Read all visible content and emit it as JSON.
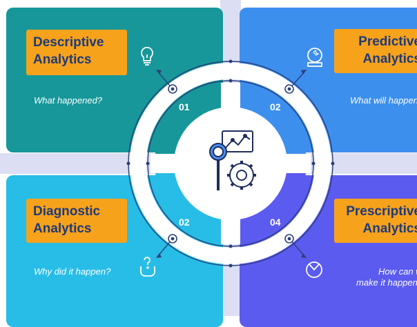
{
  "cards": [
    {
      "num": "01",
      "title_line1": "Descriptive",
      "title_line2": "Analytics",
      "question": "What happened?"
    },
    {
      "num": "02",
      "title_line1": "Predictive",
      "title_line2": "Analytics",
      "question": "What will happen?"
    },
    {
      "num": "02",
      "title_line1": "Diagnostic",
      "title_line2": "Analytics",
      "question": "Why did it happen?"
    },
    {
      "num": "04",
      "title_line1": "Prescriptive",
      "title_line2": "Analytics",
      "question_line1": "How can we",
      "question_line2": "make it happen?"
    }
  ],
  "colors": {
    "descriptive": "#17979a",
    "predictive": "#3d8fee",
    "diagnostic": "#27bde6",
    "prescriptive": "#5b5bf0",
    "tag": "#f7a21b",
    "tag_text": "#1e3a78",
    "connector": "#dcdff3",
    "ring": "#2b3f7a"
  },
  "icons": [
    "lightbulb-icon",
    "crystal-ball-icon",
    "hand-question-icon",
    "target-icon",
    "analytics-gear-icon"
  ]
}
